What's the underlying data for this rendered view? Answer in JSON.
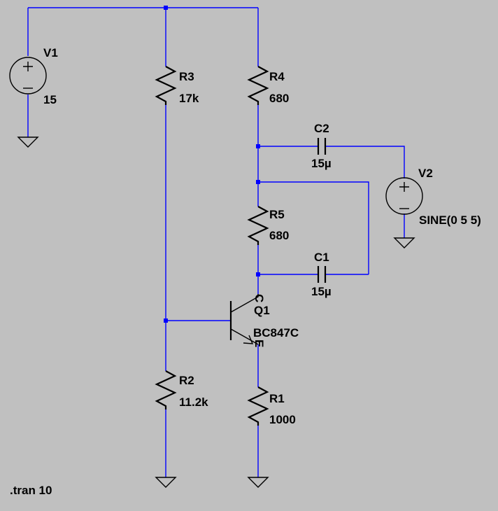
{
  "components": {
    "V1": {
      "name": "V1",
      "value": "15"
    },
    "V2": {
      "name": "V2",
      "value": "SINE(0 5 5)"
    },
    "R1": {
      "name": "R1",
      "value": "1000"
    },
    "R2": {
      "name": "R2",
      "value": "11.2k"
    },
    "R3": {
      "name": "R3",
      "value": "17k"
    },
    "R4": {
      "name": "R4",
      "value": "680"
    },
    "R5": {
      "name": "R5",
      "value": "680"
    },
    "C1": {
      "name": "C1",
      "value": "15µ"
    },
    "C2": {
      "name": "C2",
      "value": "15µ"
    },
    "Q1": {
      "name": "Q1",
      "value": "BC847C",
      "collector_pin": "C",
      "emitter_pin": "E"
    }
  },
  "directive": ".tran 10",
  "colors": {
    "background": "#c0c0c0",
    "wire": "#0000ff",
    "symbol": "#000000"
  }
}
